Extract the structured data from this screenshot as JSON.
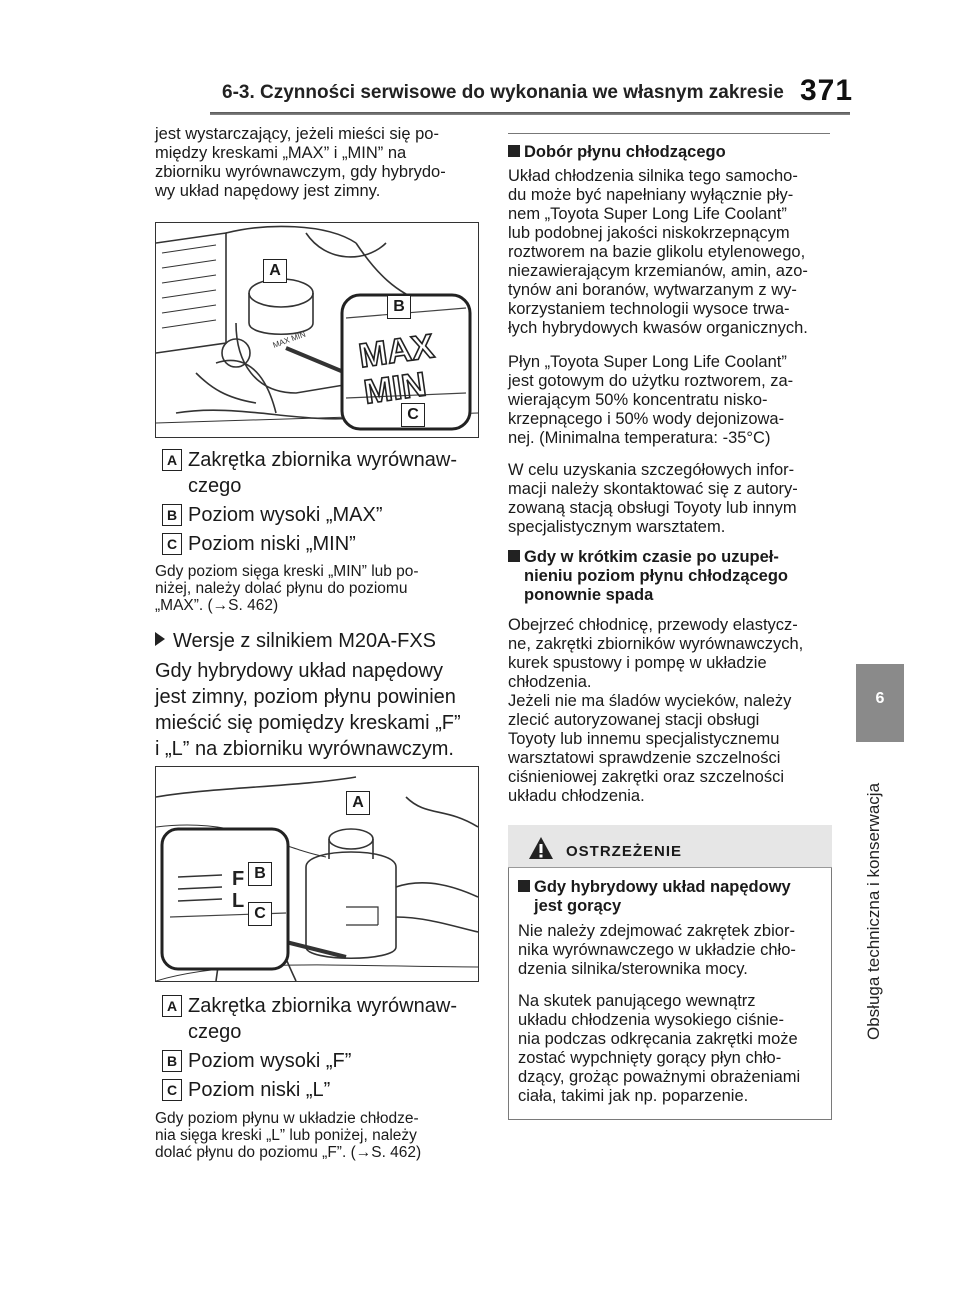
{
  "header": {
    "section_title": "6-3. Czynności serwisowe do wykonania we własnym zakresie",
    "page_number": "371"
  },
  "side_tab": {
    "chapter_number": "6",
    "chapter_label": "Obsługa techniczna i konserwacja"
  },
  "left": {
    "intro": [
      "jest wystarczający, jeżeli mieści się po-",
      "między kreskami „MAX” i „MIN” na",
      "zbiorniku wyrównawczym, gdy hybrydo-",
      "wy układ napędowy jest zimny."
    ],
    "fig1": {
      "callouts": [
        "A",
        "B",
        "C"
      ],
      "max_label": "MAX",
      "min_label": "MIN",
      "tank_text": "MAX MIN"
    },
    "legend1": [
      {
        "badge": "A",
        "lines": [
          "Zakrętka zbiornika wyrównaw-",
          "czego"
        ]
      },
      {
        "badge": "B",
        "lines": [
          "Poziom wysoki „MAX”"
        ]
      },
      {
        "badge": "C",
        "lines": [
          "Poziom niski „MIN”"
        ]
      }
    ],
    "note1": [
      "Gdy poziom sięga kreski „MIN” lub po-",
      "niżej, należy dolać płynu do poziomu",
      "„MAX”. (→S. 462)"
    ],
    "variant_heading": "Wersje z silnikiem M20A-FXS",
    "variant_text": [
      "Gdy hybrydowy układ napędowy",
      "jest zimny, poziom płynu powinien",
      "mieścić się pomiędzy kreskami „F”",
      "i „L” na zbiorniku wyrównawczym."
    ],
    "fig2": {
      "callouts": [
        "A",
        "B",
        "C"
      ],
      "f_label": "F",
      "l_label": "L"
    },
    "legend2": [
      {
        "badge": "A",
        "lines": [
          "Zakrętka zbiornika wyrównaw-",
          "czego"
        ]
      },
      {
        "badge": "B",
        "lines": [
          "Poziom wysoki „F”"
        ]
      },
      {
        "badge": "C",
        "lines": [
          "Poziom niski „L”"
        ]
      }
    ],
    "note2": [
      "Gdy poziom płynu w układzie chłodze-",
      "nia sięga kreski „L” lub poniżej, należy",
      "dolać płynu do poziomu „F”. (→S. 462)"
    ]
  },
  "right": {
    "h1": "Dobór płynu chłodzącego",
    "p1": [
      "Układ chłodzenia silnika tego samocho-",
      "du może być napełniany wyłącznie pły-",
      "nem „Toyota Super Long Life Coolant”",
      "lub podobnej jakości niskokrzepnącym",
      "roztworem na bazie glikolu etylenowego,",
      "niezawierającym krzemianów, amin, azo-",
      "tynów ani boranów, wytwarzanym z wy-",
      "korzystaniem technologii wysoce trwa-",
      "łych hybrydowych kwasów organicznych."
    ],
    "p2": [
      "Płyn „Toyota Super Long Life Coolant”",
      "jest gotowym do użytku roztworem, za-",
      "wierającym 50% koncentratu nisko-",
      "krzepnącego i 50% wody dejonizowa-",
      "nej. (Minimalna temperatura: -35°C)"
    ],
    "p3": [
      "W celu uzyskania szczegółowych infor-",
      "macji należy skontaktować się z autory-",
      "zowaną stacją obsługi Toyoty lub innym",
      "specjalistycznym warsztatem."
    ],
    "h2": [
      "Gdy w krótkim czasie po uzupeł-",
      "nieniu poziom płynu chłodzącego",
      "ponownie spada"
    ],
    "p4": [
      "Obejrzeć chłodnicę, przewody elastycz-",
      "ne, zakrętki zbiorników wyrównawczych,",
      "kurek spustowy i pompę w układzie",
      "chłodzenia.",
      "Jeżeli nie ma śladów wycieków, należy",
      "zlecić autoryzowanej stacji obsługi",
      "Toyoty lub innemu specjalistycznemu",
      "warsztatowi sprawdzenie szczelności",
      "ciśnieniowej zakrętki oraz szczelności",
      "układu chłodzenia."
    ],
    "warning": {
      "title": "OSTRZEŻENIE",
      "heading": [
        "Gdy hybrydowy układ napędowy",
        "jest gorący"
      ],
      "p1": [
        "Nie należy zdejmować zakrętek zbior-",
        "nika wyrównawczego w układzie chło-",
        "dzenia silnika/sterownika mocy."
      ],
      "p2": [
        "Na skutek panującego wewnątrz",
        "układu chłodzenia wysokiego ciśnie-",
        "nia podczas odkręcania zakrętki może",
        "zostać wypchnięty gorący płyn chło-",
        "dzący, grożąc poważnymi obrażeniami",
        "ciała, takimi jak np. poparzenie."
      ]
    }
  }
}
